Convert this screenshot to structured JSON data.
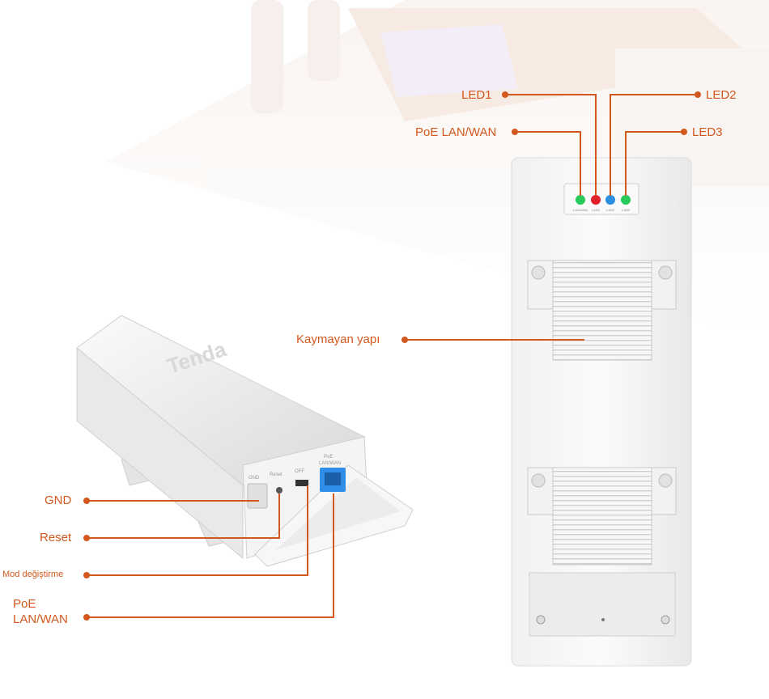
{
  "brand": {
    "logo_text": "Tenda"
  },
  "colors": {
    "accent": "#d2581e",
    "led_green": "#27c95a",
    "led_red": "#e0202a",
    "led_blue": "#2a8fe0",
    "port_blue": "#2f8fe8"
  },
  "labels": {
    "led1": "LED1",
    "led2": "LED2",
    "led3": "LED3",
    "poe_lan_wan_top": "PoE LAN/WAN",
    "non_slip": "Kaymayan yapı",
    "gnd": "GND",
    "reset": "Reset",
    "mode_switch": "Mod değiştirme",
    "poe_line1": "PoE",
    "poe_line2": "LAN/WAN"
  },
  "device_text": {
    "port_gnd": "GND",
    "port_reset": "Reset",
    "port_off": "OFF",
    "port_poe": "PoE",
    "port_lanwan": "LAN/WAN",
    "led_lanwan": "LAN/WAN",
    "led_lan1": "LAN1",
    "led_lan2": "LAN2",
    "led_lan3": "LAN3"
  }
}
